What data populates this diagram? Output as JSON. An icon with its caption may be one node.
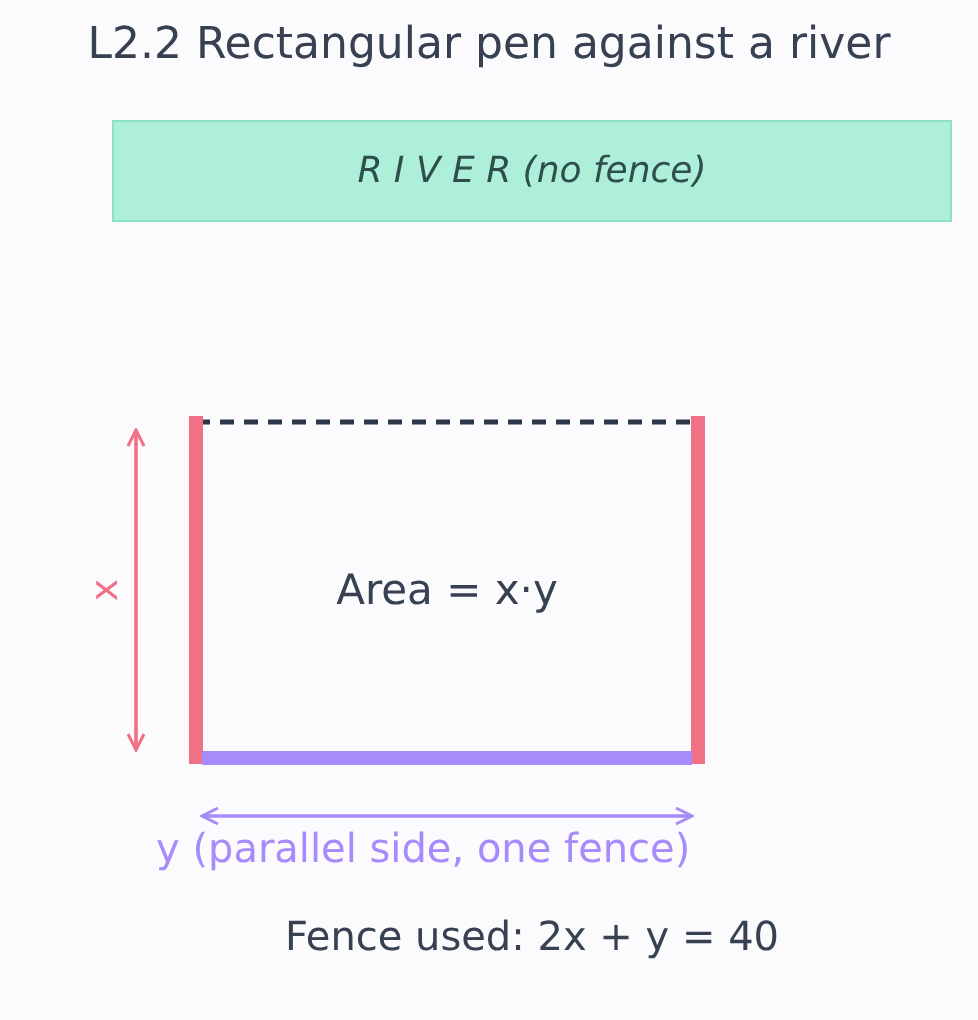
{
  "diagram": {
    "title": "L2.2  Rectangular pen against a river",
    "nodes": [
      {
        "text": [
          "R I V E R  (no fence)"
        ]
      },
      {
        "text": [
          "Area = x·y"
        ]
      }
    ],
    "labels": [
      "x",
      "y  (parallel side, one fence)",
      "Fence used:  2x + y = 40"
    ]
  }
}
